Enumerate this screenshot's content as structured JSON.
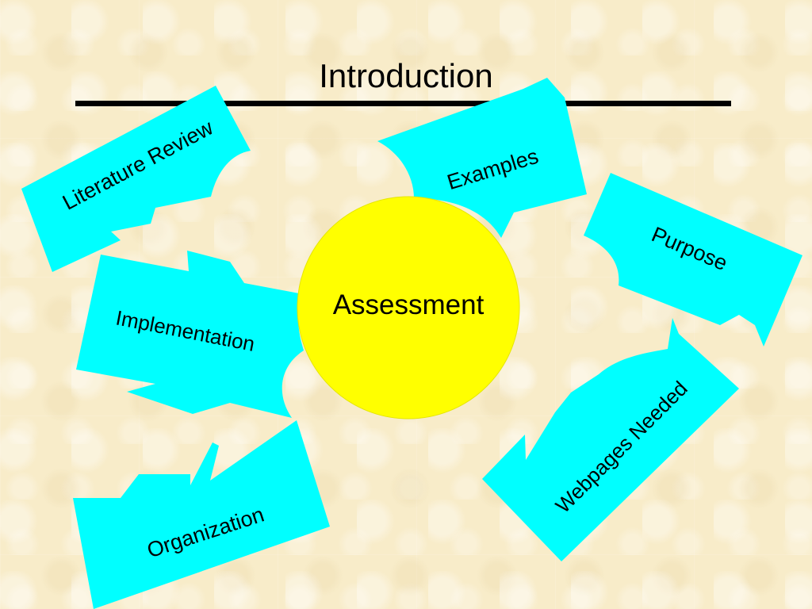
{
  "title": "Introduction",
  "center": {
    "label": "Assessment",
    "color": "#ffff00"
  },
  "shape_color": "#00ffff",
  "background_color": "#f8ecc9",
  "pieces": [
    {
      "id": "literature-review",
      "label": "Literature Review"
    },
    {
      "id": "examples",
      "label": "Examples"
    },
    {
      "id": "purpose",
      "label": "Purpose"
    },
    {
      "id": "implementation",
      "label": "Implementation"
    },
    {
      "id": "webpages-needed",
      "label": "Webpages Needed"
    },
    {
      "id": "organization",
      "label": "Organization"
    }
  ]
}
